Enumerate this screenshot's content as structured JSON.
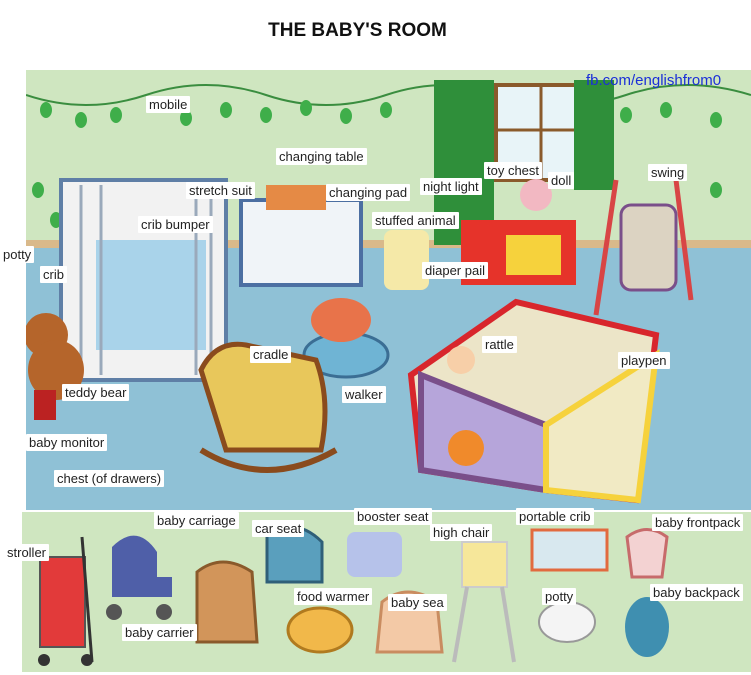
{
  "title": "THE BABY'S ROOM",
  "brand": "fb.com/englishfrom0",
  "labels": {
    "mobile": "mobile",
    "changing_table": "changing table",
    "toy_chest": "toy chest",
    "swing": "swing",
    "stretch_suit": "stretch suit",
    "changing_pad": "changing pad",
    "night_light": "night light",
    "doll": "doll",
    "crib_bumper": "crib bumper",
    "stuffed_animal": "stuffed animal",
    "potty_top": "potty",
    "crib": "crib",
    "diaper_pail": "diaper pail",
    "rattle": "rattle",
    "cradle": "cradle",
    "playpen": "playpen",
    "teddy_bear": "teddy bear",
    "walker": "walker",
    "baby_monitor": "baby monitor",
    "chest_of_drawers": "chest (of drawers)",
    "baby_carriage": "baby carriage",
    "booster_seat": "booster seat",
    "portable_crib": "portable crib",
    "baby_frontpack": "baby frontpack",
    "car_seat": "car seat",
    "high_chair": "high chair",
    "stroller": "stroller",
    "food_warmer": "food warmer",
    "baby_seat": "baby sea",
    "potty_bottom": "potty",
    "baby_backpack": "baby backpack",
    "baby_carrier": "baby carrier"
  },
  "colors": {
    "wall": "#cfe6c0",
    "floor": "#8fc1d6",
    "balloon": "#3fae4a",
    "brand_text": "#1b2fd8"
  }
}
